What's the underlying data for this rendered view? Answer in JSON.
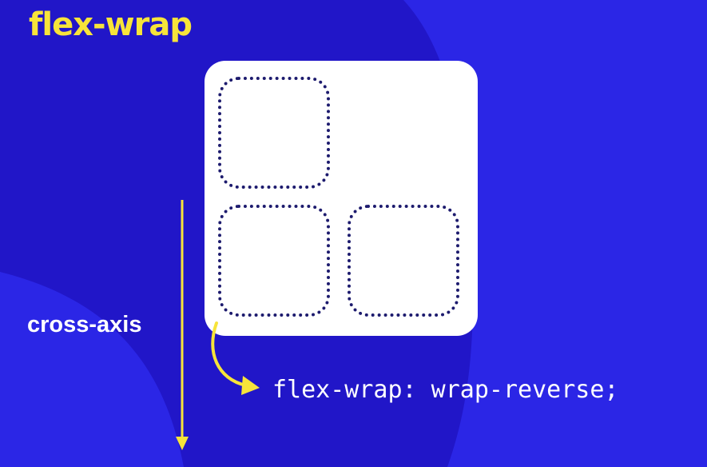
{
  "title": "flex-wrap",
  "axis_label": "cross-axis",
  "code": "flex-wrap: wrap-reverse;",
  "colors": {
    "background": "#2b26e6",
    "background_shape": "#2116c8",
    "accent_yellow": "#f7e43a",
    "container": "#ffffff",
    "item_border": "#1d1b6e"
  },
  "items": [
    {
      "label": ""
    },
    {
      "label": ""
    },
    {
      "label": ""
    }
  ]
}
